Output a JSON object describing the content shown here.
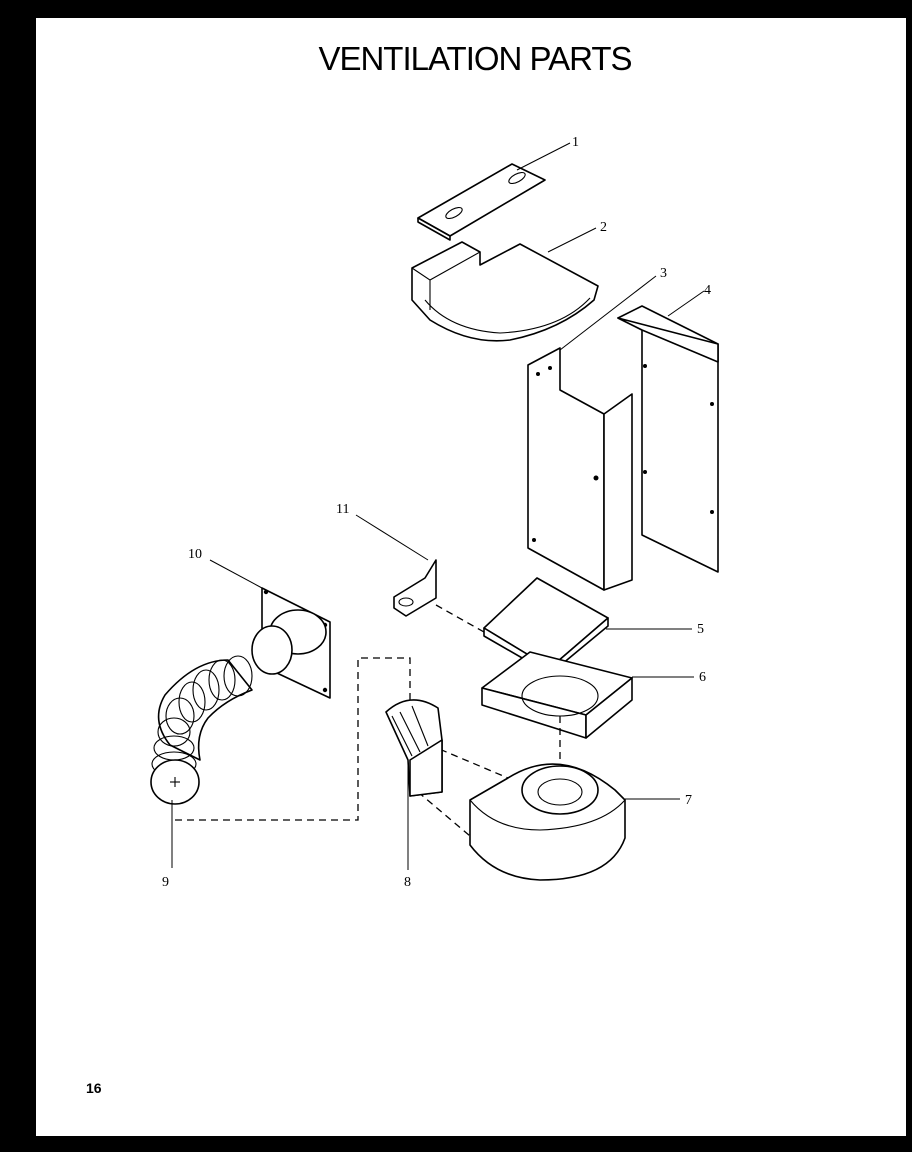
{
  "diagram": {
    "title": "VENTILATION PARTS",
    "page_number": "16",
    "callouts": [
      "1",
      "2",
      "3",
      "4",
      "5",
      "6",
      "7",
      "8",
      "9",
      "10",
      "11"
    ]
  }
}
